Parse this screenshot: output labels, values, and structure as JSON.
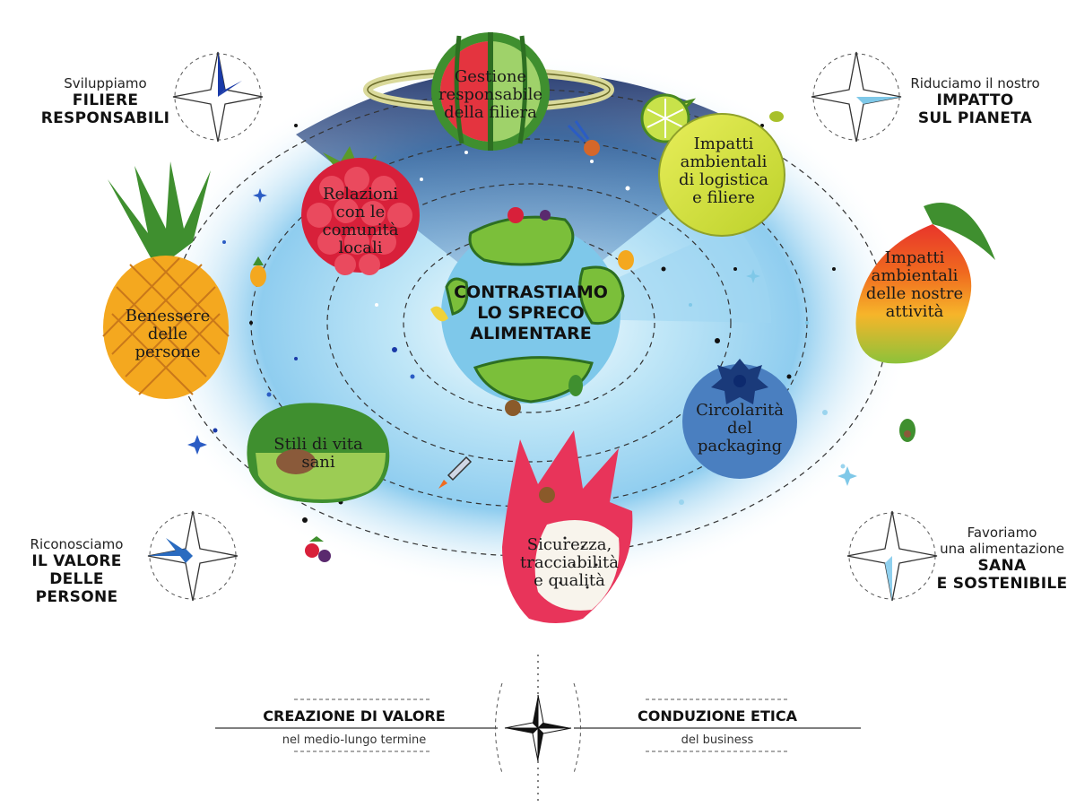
{
  "center": {
    "lines": [
      "CONTRASTIAMO",
      "LO SPRECO",
      "ALIMENTARE"
    ]
  },
  "fruits": {
    "watermelon": [
      "Gestione",
      "responsabile",
      "della filiera"
    ],
    "raspberry": [
      "Relazioni",
      "con le",
      "comunità",
      "locali"
    ],
    "lemon": [
      "Impatti",
      "ambientali",
      "di logistica",
      "e filiere"
    ],
    "pineapple": [
      "Benessere",
      "delle",
      "persone"
    ],
    "mango": [
      "Impatti",
      "ambientali",
      "delle nostre",
      "attività"
    ],
    "avocado": [
      "Stili di vita",
      "sani"
    ],
    "blueberry": [
      "Circolarità",
      "del",
      "packaging"
    ],
    "dragonfruit": [
      "Sicurezza,",
      "tracciabilità",
      "e qualità"
    ]
  },
  "corners": {
    "top_left": {
      "small": "Sviluppiamo",
      "big": [
        "FILIERE",
        "RESPONSABILI"
      ],
      "accent": "#1a3aa8"
    },
    "top_right": {
      "small": "Riduciamo il nostro",
      "big": [
        "IMPATTO",
        "SUL PIANETA"
      ],
      "accent": "#7fc8e8"
    },
    "bottom_left": {
      "small": "Riconosciamo",
      "big": [
        "IL VALORE",
        "DELLE PERSONE"
      ],
      "accent": "#2a6bc0"
    },
    "bottom_right": {
      "small": [
        "Favoriamo",
        "una alimentazione"
      ],
      "big": [
        "SANA",
        "E SOSTENIBILE"
      ],
      "accent": "#8fd0ee"
    }
  },
  "bottom": {
    "left_big": "CREAZIONE DI VALORE",
    "left_small": "nel medio-lungo termine",
    "right_big": "CONDUZIONE ETICA",
    "right_small": "del business"
  },
  "colors": {
    "navy": "#0d2a6e",
    "sky": "#8fd3f0",
    "globe_ocean": "#7ec8ea",
    "land": "#7bbf3a",
    "watermelon_red": "#e4343f",
    "raspberry": "#d8203a",
    "lemon": "#d6e23a",
    "pineapple": "#f4a81f",
    "mango_top": "#e23b2a",
    "mango_bottom": "#f5b82a",
    "avocado": "#6aa63a",
    "blueberry": "#4a7fc0",
    "dragonfruit": "#e8345a"
  }
}
